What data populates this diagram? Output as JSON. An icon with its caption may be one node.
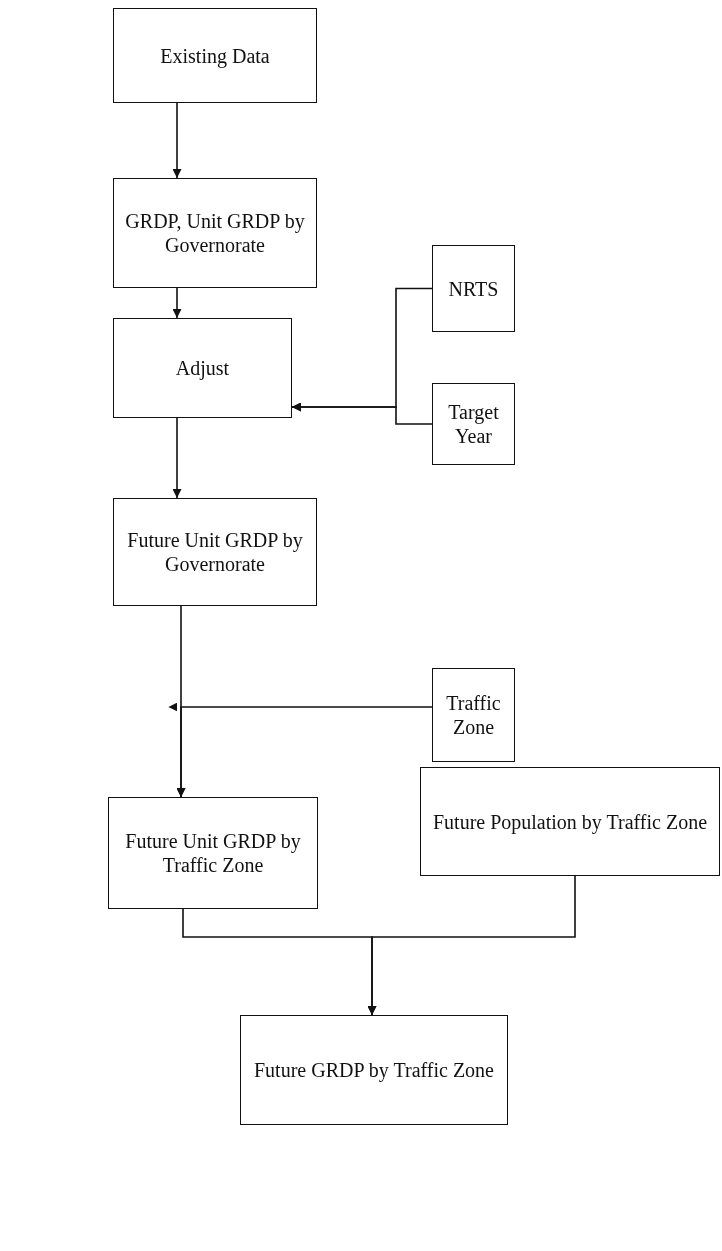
{
  "diagram": {
    "nodes": [
      {
        "text": [
          "Existing Data"
        ]
      },
      {
        "text": [
          "GRDP, Unit GRDP by Governorate"
        ]
      },
      {
        "text": [
          "Adjust"
        ]
      },
      {
        "text": [
          "NRTS"
        ]
      },
      {
        "text": [
          "Target Year"
        ]
      },
      {
        "text": [
          "Future Unit GRDP by Governorate"
        ]
      },
      {
        "text": [
          "Traffic Zone"
        ]
      },
      {
        "text": [
          "Future Unit GRDP by Traffic Zone"
        ]
      },
      {
        "text": [
          "Future Population by Traffic Zone"
        ]
      },
      {
        "text": [
          "Future GRDP by Traffic Zone"
        ]
      }
    ],
    "edges": [
      {
        "from": 0,
        "to": 1,
        "arrow": "to"
      },
      {
        "from": 1,
        "to": 2,
        "arrow": "to"
      },
      {
        "from": 3,
        "to": 2,
        "arrow": "to"
      },
      {
        "from": 4,
        "to": 2,
        "arrow": "to"
      },
      {
        "from": 2,
        "to": 5,
        "arrow": "to"
      },
      {
        "from": 5,
        "to": 7,
        "arrow": "to"
      },
      {
        "from": 6,
        "to": 7,
        "arrow": "to"
      },
      {
        "from": 7,
        "to": 9,
        "arrow": "to"
      },
      {
        "from": 8,
        "to": 9,
        "arrow": "to"
      }
    ]
  }
}
